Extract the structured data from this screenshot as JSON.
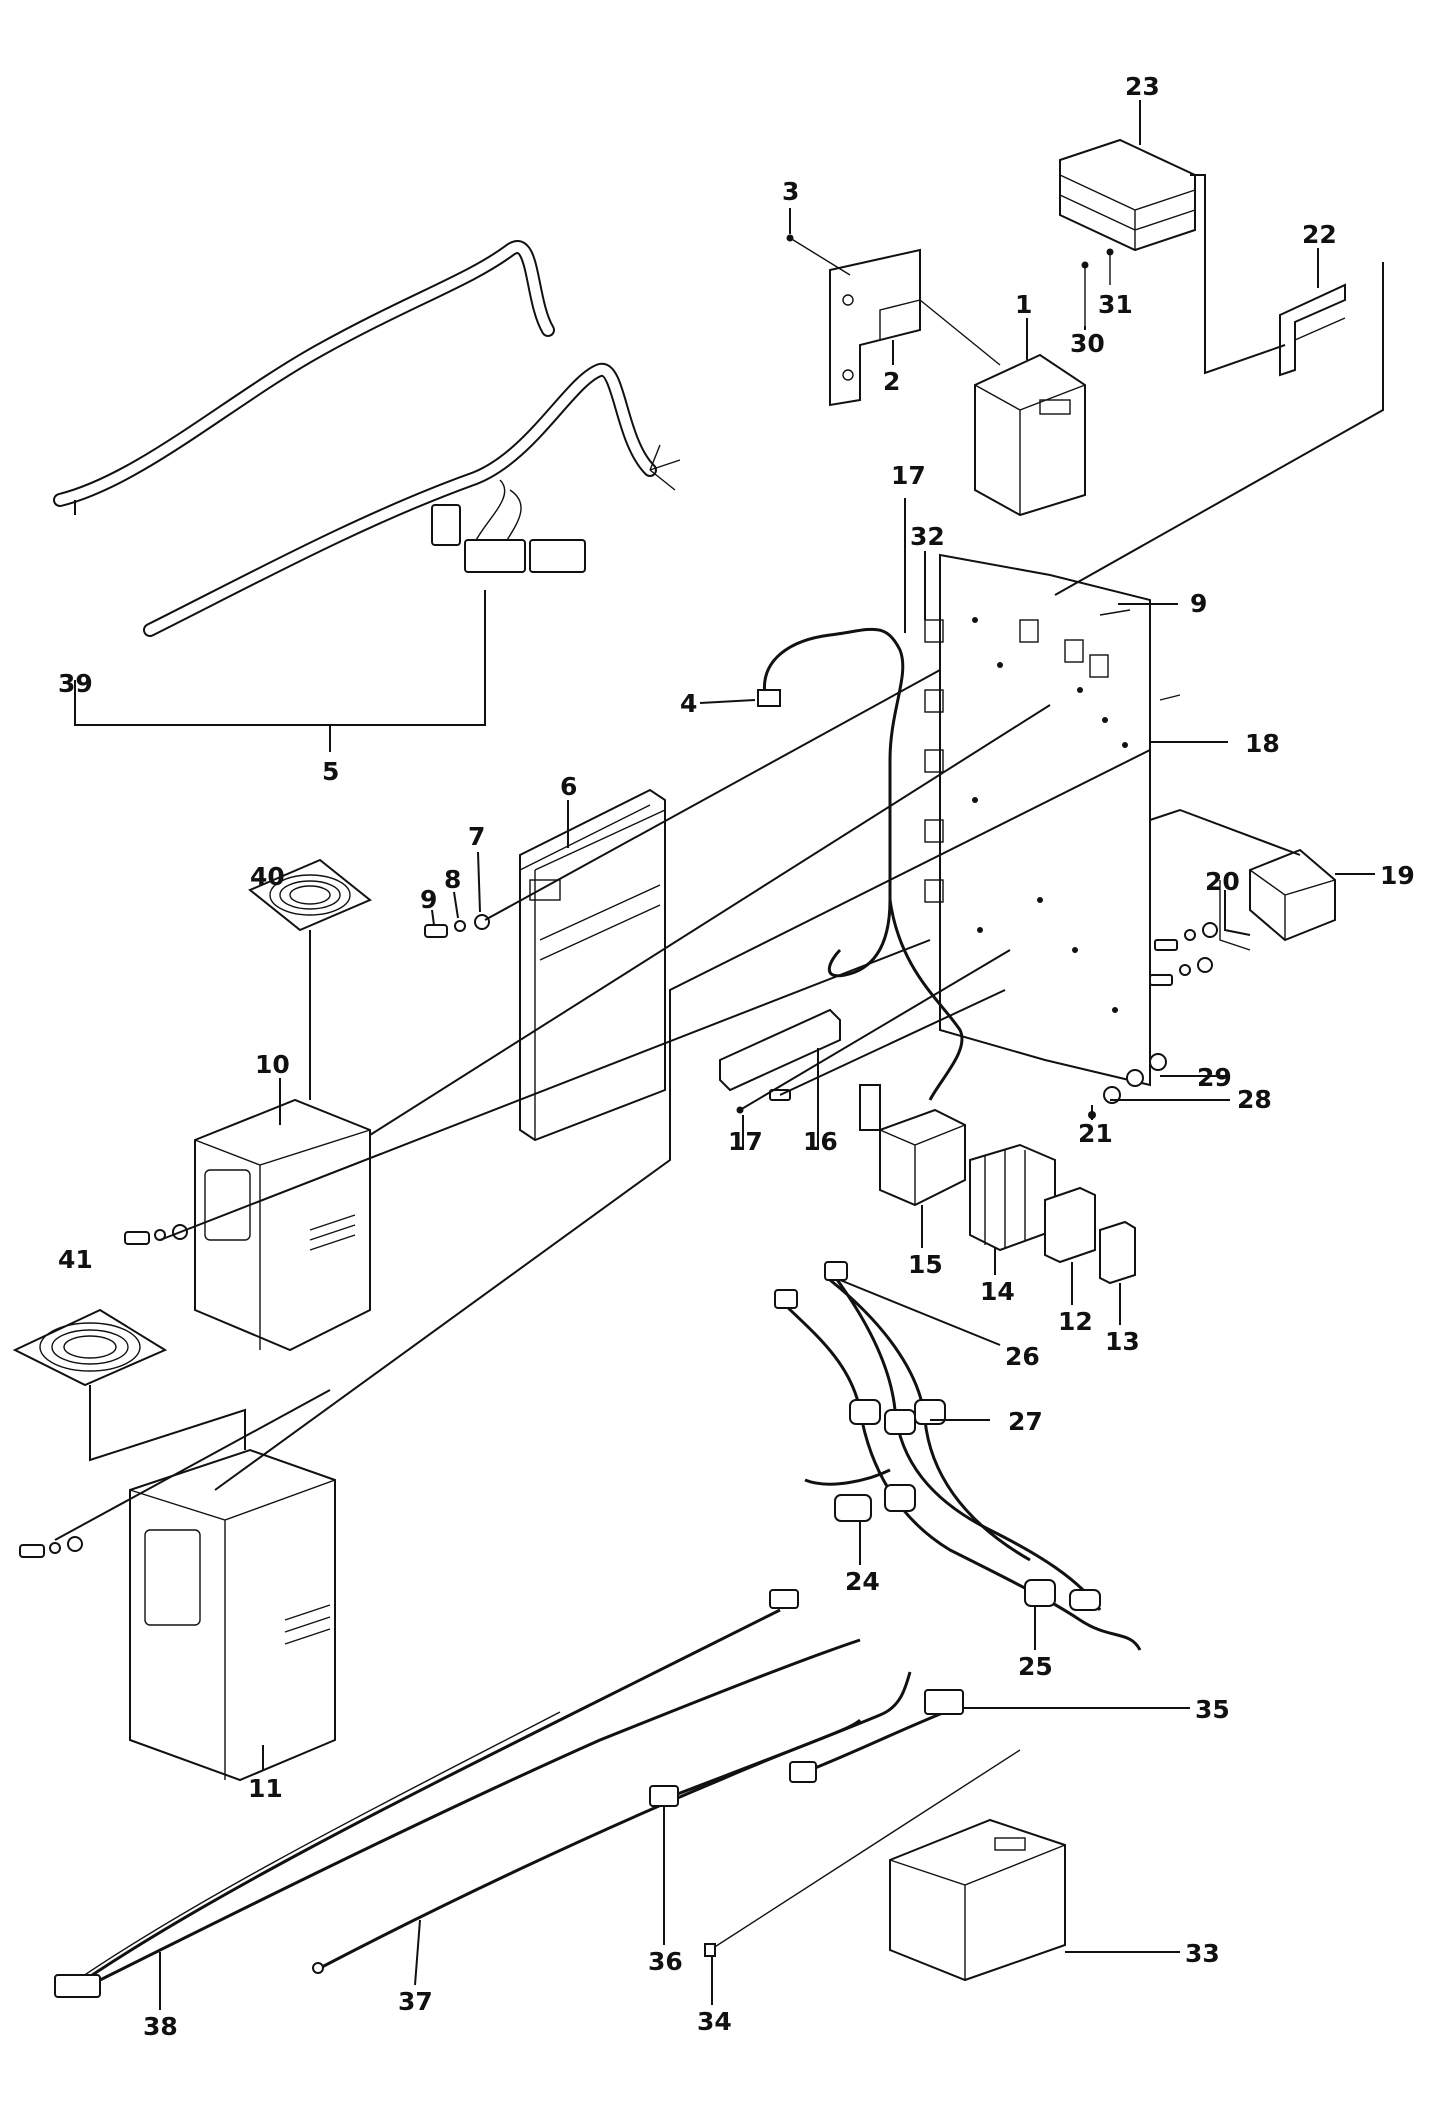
{
  "callouts": [
    {
      "id": "c1",
      "text": "1"
    },
    {
      "id": "c2",
      "text": "2"
    },
    {
      "id": "c3",
      "text": "3"
    },
    {
      "id": "c4",
      "text": "4"
    },
    {
      "id": "c5",
      "text": "5"
    },
    {
      "id": "c6",
      "text": "6"
    },
    {
      "id": "c7",
      "text": "7"
    },
    {
      "id": "c8",
      "text": "8"
    },
    {
      "id": "c9a",
      "text": "9"
    },
    {
      "id": "c9b",
      "text": "9"
    },
    {
      "id": "c10",
      "text": "10"
    },
    {
      "id": "c11",
      "text": "11"
    },
    {
      "id": "c12",
      "text": "12"
    },
    {
      "id": "c13",
      "text": "13"
    },
    {
      "id": "c14",
      "text": "14"
    },
    {
      "id": "c15",
      "text": "15"
    },
    {
      "id": "c16",
      "text": "16"
    },
    {
      "id": "c17a",
      "text": "17"
    },
    {
      "id": "c17b",
      "text": "17"
    },
    {
      "id": "c18",
      "text": "18"
    },
    {
      "id": "c19",
      "text": "19"
    },
    {
      "id": "c20",
      "text": "20"
    },
    {
      "id": "c21",
      "text": "21"
    },
    {
      "id": "c22",
      "text": "22"
    },
    {
      "id": "c23",
      "text": "23"
    },
    {
      "id": "c24",
      "text": "24"
    },
    {
      "id": "c25",
      "text": "25"
    },
    {
      "id": "c26",
      "text": "26"
    },
    {
      "id": "c27",
      "text": "27"
    },
    {
      "id": "c28",
      "text": "28"
    },
    {
      "id": "c29",
      "text": "29"
    },
    {
      "id": "c30",
      "text": "30"
    },
    {
      "id": "c31",
      "text": "31"
    },
    {
      "id": "c32",
      "text": "32"
    },
    {
      "id": "c33",
      "text": "33"
    },
    {
      "id": "c34",
      "text": "34"
    },
    {
      "id": "c35",
      "text": "35"
    },
    {
      "id": "c36",
      "text": "36"
    },
    {
      "id": "c37",
      "text": "37"
    },
    {
      "id": "c38",
      "text": "38"
    },
    {
      "id": "c39",
      "text": "39"
    },
    {
      "id": "c40",
      "text": "40"
    },
    {
      "id": "c41",
      "text": "41"
    }
  ]
}
